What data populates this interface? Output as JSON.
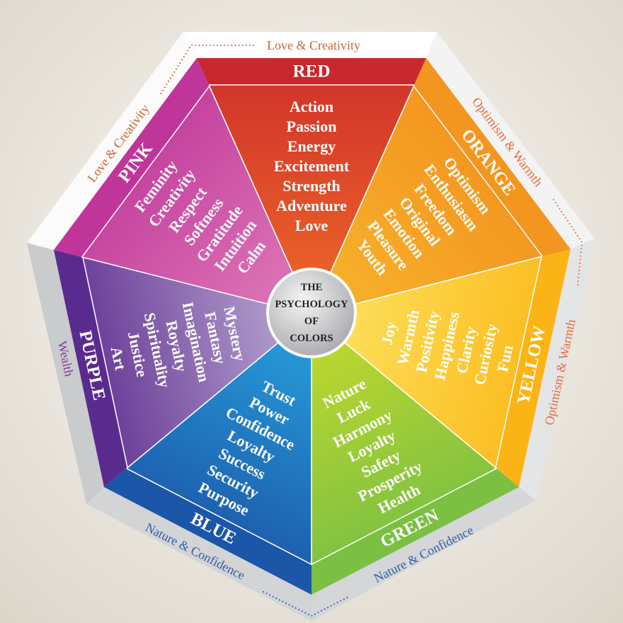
{
  "center": {
    "lines": [
      "THE",
      "PSYCHOLOGY",
      "OF",
      "COLORS"
    ]
  },
  "wedges": [
    {
      "label": "RED",
      "band_color": "#c8282d",
      "outer_color": "#cf2f2b",
      "inner_color": "#ee6a28",
      "words": [
        "Action",
        "Passion",
        "Energy",
        "Excitement",
        "Strength",
        "Adventure",
        "Love"
      ]
    },
    {
      "label": "ORANGE",
      "band_color": "#f39620",
      "outer_color": "#f39420",
      "inner_color": "#f7b52c",
      "words": [
        "Optimism",
        "Enthusiasm",
        "Freedom",
        "Original",
        "Emotion",
        "Pleasure",
        "Youth"
      ]
    },
    {
      "label": "YELLOW",
      "band_color": "#fbb416",
      "outer_color": "#fbba1c",
      "inner_color": "#fde462",
      "words": [
        "Joy",
        "Warmth",
        "Positivity",
        "Happiness",
        "Clarity",
        "Curiosity",
        "Fun"
      ]
    },
    {
      "label": "GREEN",
      "band_color": "#7bbf43",
      "outer_color": "#7cc043",
      "inner_color": "#c6da2c",
      "words": [
        "Nature",
        "Luck",
        "Harmony",
        "Loyalty",
        "Safety",
        "Prosperity",
        "Health"
      ]
    },
    {
      "label": "BLUE",
      "band_color": "#1b56a8",
      "outer_color": "#1d5aab",
      "inner_color": "#27a3de",
      "words": [
        "Trust",
        "Power",
        "Confidence",
        "Loyalty",
        "Success",
        "Security",
        "Purpose"
      ]
    },
    {
      "label": "PURPLE",
      "band_color": "#5a2b8f",
      "outer_color": "#643494",
      "inner_color": "#bcacd3",
      "words": [
        "Mystery",
        "Fantasy",
        "Imagination",
        "Royalty",
        "Spirituality",
        "Justice",
        "Art"
      ]
    },
    {
      "label": "PINK",
      "band_color": "#c0359a",
      "outer_color": "#c33e9d",
      "inner_color": "#e07cb9",
      "words": [
        "Feminity",
        "Creativity",
        "Respect",
        "Softness",
        "Gratitude",
        "Intuition",
        "Calm"
      ]
    }
  ],
  "categories": {
    "love_top": {
      "text": "Love & Creativity",
      "color": "#c8652f"
    },
    "love_left": {
      "text": "Love & Creativity",
      "color": "#c8652f"
    },
    "optimism_upper": {
      "text": "Optimism & Warmth",
      "color": "#e8693a"
    },
    "optimism_lower": {
      "text": "Optimism & Warmth",
      "color": "#e8693a"
    },
    "wealth": {
      "text": "Wealth",
      "color": "#7b3f98"
    },
    "nature_left": {
      "text": "Nature & Confidence",
      "color": "#2f5ea6"
    },
    "nature_right": {
      "text": "Nature & Confidence",
      "color": "#2f5ea6"
    }
  }
}
